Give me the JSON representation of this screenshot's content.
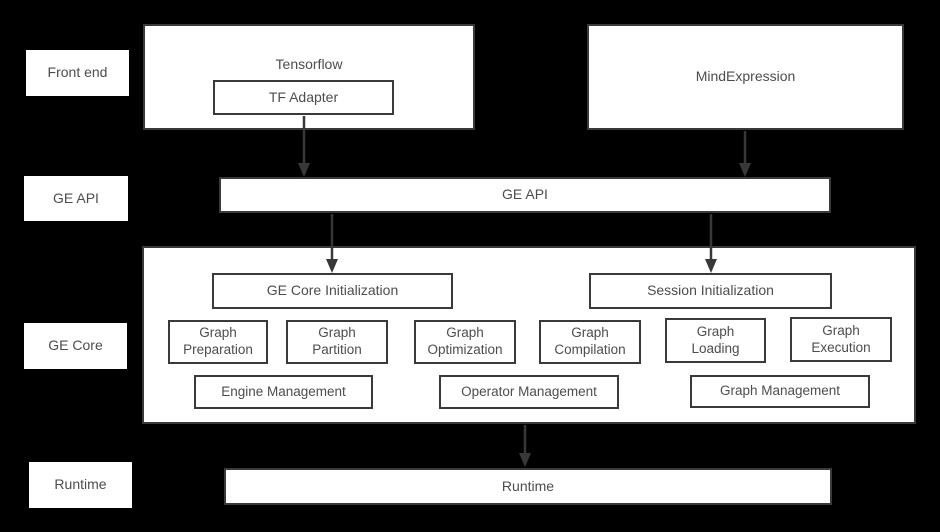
{
  "row_labels": [
    "Front end",
    "GE API",
    "GE Core",
    "Runtime"
  ],
  "front_end": {
    "tensorflow": "Tensorflow",
    "tf_adapter": "TF Adapter",
    "mind_expression": "MindExpression"
  },
  "ge_api": "GE API",
  "ge_core": {
    "ge_core_initialization": "GE Core Initialization",
    "session_initialization": "Session Initialization",
    "stages": [
      "Graph Preparation",
      "Graph Partition",
      "Graph Optimization",
      "Graph Compilation",
      "Graph Loading",
      "Graph Execution"
    ],
    "management": [
      "Engine Management",
      "Operator Management",
      "Graph Management"
    ]
  },
  "runtime": "Runtime",
  "colors": {
    "background": "#000000",
    "box_fill": "#ffffff",
    "border": "#3a3a3a",
    "text": "#4d4d4d",
    "arrow": "#383838"
  }
}
